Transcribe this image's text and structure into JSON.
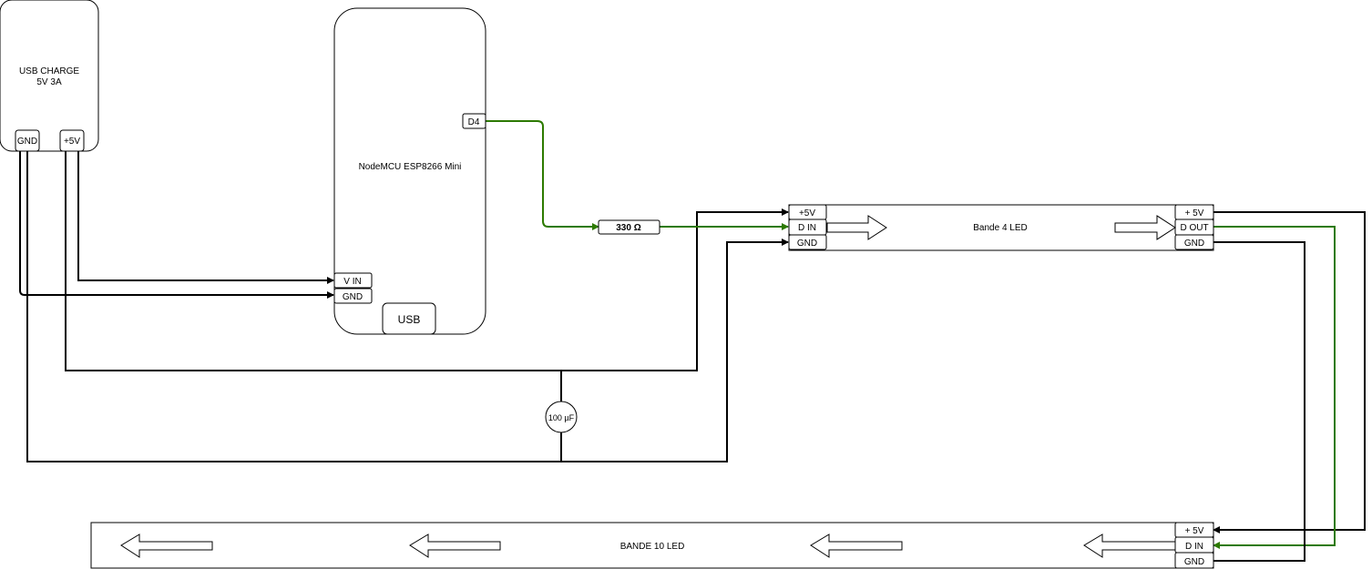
{
  "usb_charger": {
    "title": "USB CHARGE",
    "spec": "5V 3A",
    "pin_gnd": "GND",
    "pin_5v": "+5V"
  },
  "nodemcu": {
    "title": "NodeMCU ESP8266 Mini",
    "pin_d4": "D4",
    "pin_vin": "V IN",
    "pin_gnd": "GND",
    "usb_port": "USB"
  },
  "resistor": {
    "label": "330 Ω"
  },
  "capacitor": {
    "label": "100 µF"
  },
  "strip4": {
    "title": "Bande 4 LED",
    "pin_5v_in": "+5V",
    "pin_din": "D IN",
    "pin_gnd_in": "GND",
    "pin_5v_out": "+ 5V",
    "pin_dout": "D OUT",
    "pin_gnd_out": "GND"
  },
  "strip10": {
    "title": "BANDE 10 LED",
    "pin_5v": "+ 5V",
    "pin_din": "D IN",
    "pin_gnd": "GND"
  },
  "colors": {
    "signal_wire": "#2d7a00",
    "power_wire": "#000000"
  }
}
